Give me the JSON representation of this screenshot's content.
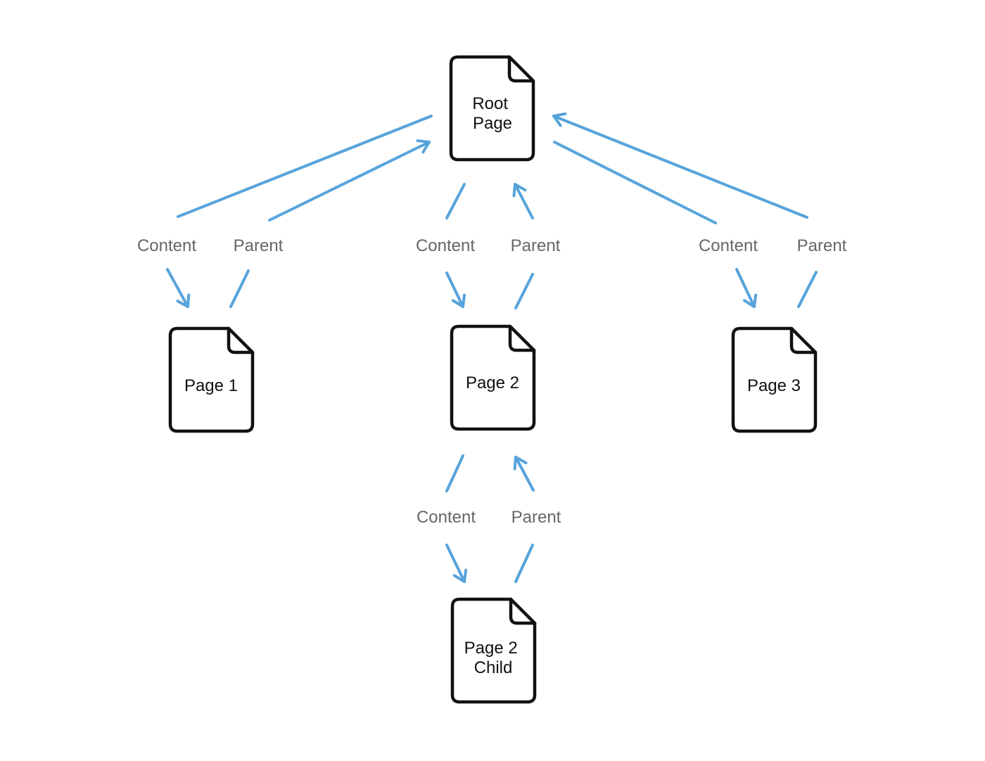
{
  "colors": {
    "arrow": "#57A3DB",
    "edge_label": "#666666",
    "node_stroke": "#111111",
    "node_text": "#111111",
    "background": "#ffffff"
  },
  "labels": {
    "content": "Content",
    "parent": "Parent"
  },
  "nodes": {
    "root": {
      "line1": "Root",
      "line2": "Page"
    },
    "page1": {
      "line1": "Page 1"
    },
    "page2": {
      "line1": "Page 2"
    },
    "page3": {
      "line1": "Page 3"
    },
    "page2_child": {
      "line1": "Page 2",
      "line2": "Child"
    }
  },
  "edges": [
    {
      "from": "Root Page",
      "to": "Page 1",
      "label": "Content"
    },
    {
      "from": "Page 1",
      "to": "Root Page",
      "label": "Parent"
    },
    {
      "from": "Root Page",
      "to": "Page 2",
      "label": "Content"
    },
    {
      "from": "Page 2",
      "to": "Root Page",
      "label": "Parent"
    },
    {
      "from": "Root Page",
      "to": "Page 3",
      "label": "Content"
    },
    {
      "from": "Page 3",
      "to": "Root Page",
      "label": "Parent"
    },
    {
      "from": "Page 2",
      "to": "Page 2 Child",
      "label": "Content"
    },
    {
      "from": "Page 2 Child",
      "to": "Page 2",
      "label": "Parent"
    }
  ]
}
